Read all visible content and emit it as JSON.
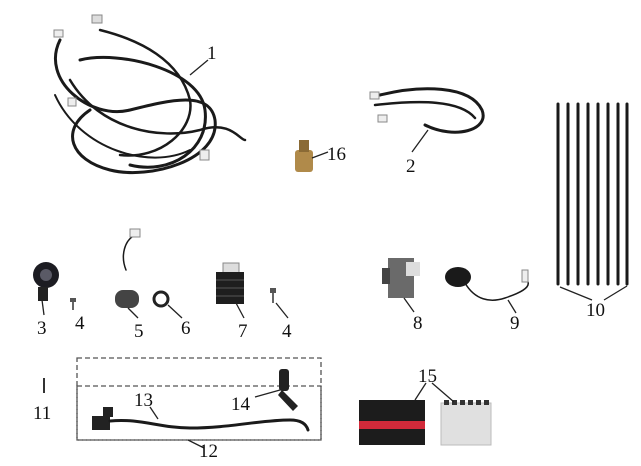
{
  "diagram": {
    "callouts": {
      "p1": "1",
      "p2": "2",
      "p3": "3",
      "p4a": "4",
      "p4b": "4",
      "p5": "5",
      "p6": "6",
      "p7": "7",
      "p8": "8",
      "p9": "9",
      "p10": "10",
      "p11": "11",
      "p12": "12",
      "p13": "13",
      "p14": "14",
      "p15": "15",
      "p16": "16"
    }
  }
}
